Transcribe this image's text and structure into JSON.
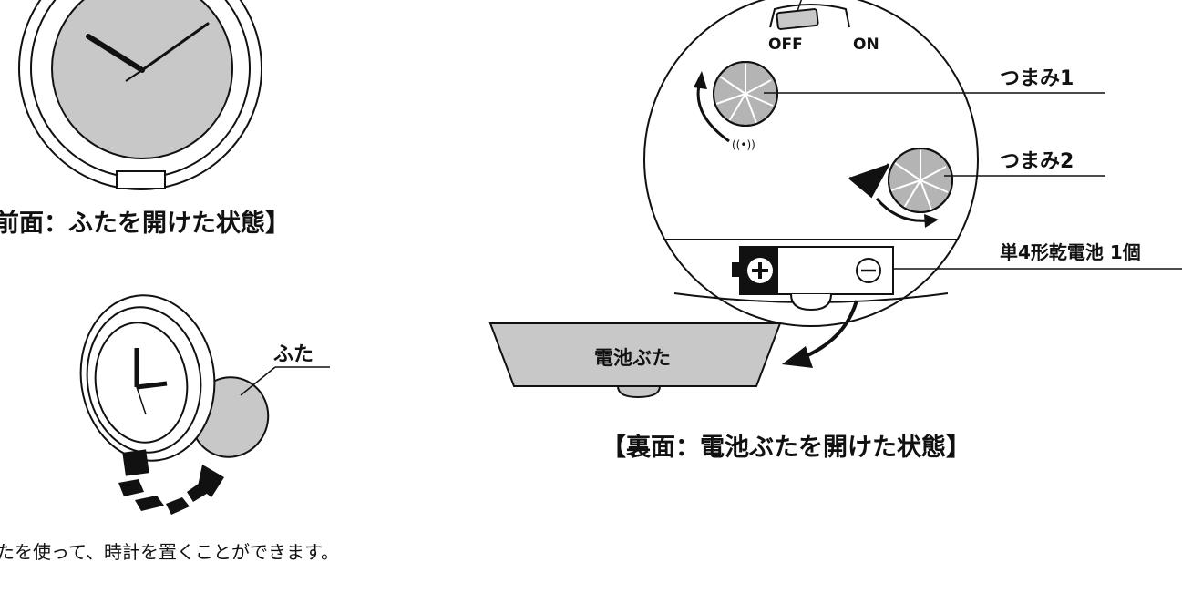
{
  "front": {
    "caption": "前面：ふたを開けた状態】"
  },
  "stand": {
    "lid_label": "ふた",
    "note": "たを使って、時計を置くことができます。"
  },
  "back": {
    "switch_off": "OFF",
    "switch_on": "ON",
    "knob1_label": "つまみ1",
    "knob2_label": "つまみ2",
    "battery_label": "単4形乾電池 1個",
    "cover_label": "電池ぶた",
    "alarm_symbol": "((•))",
    "caption": "【裏面：電池ぶたを開けた状態】"
  },
  "colors": {
    "outline": "#111111",
    "fill_gray": "#c8c8c8",
    "knob_gray": "#b4b4b4"
  }
}
